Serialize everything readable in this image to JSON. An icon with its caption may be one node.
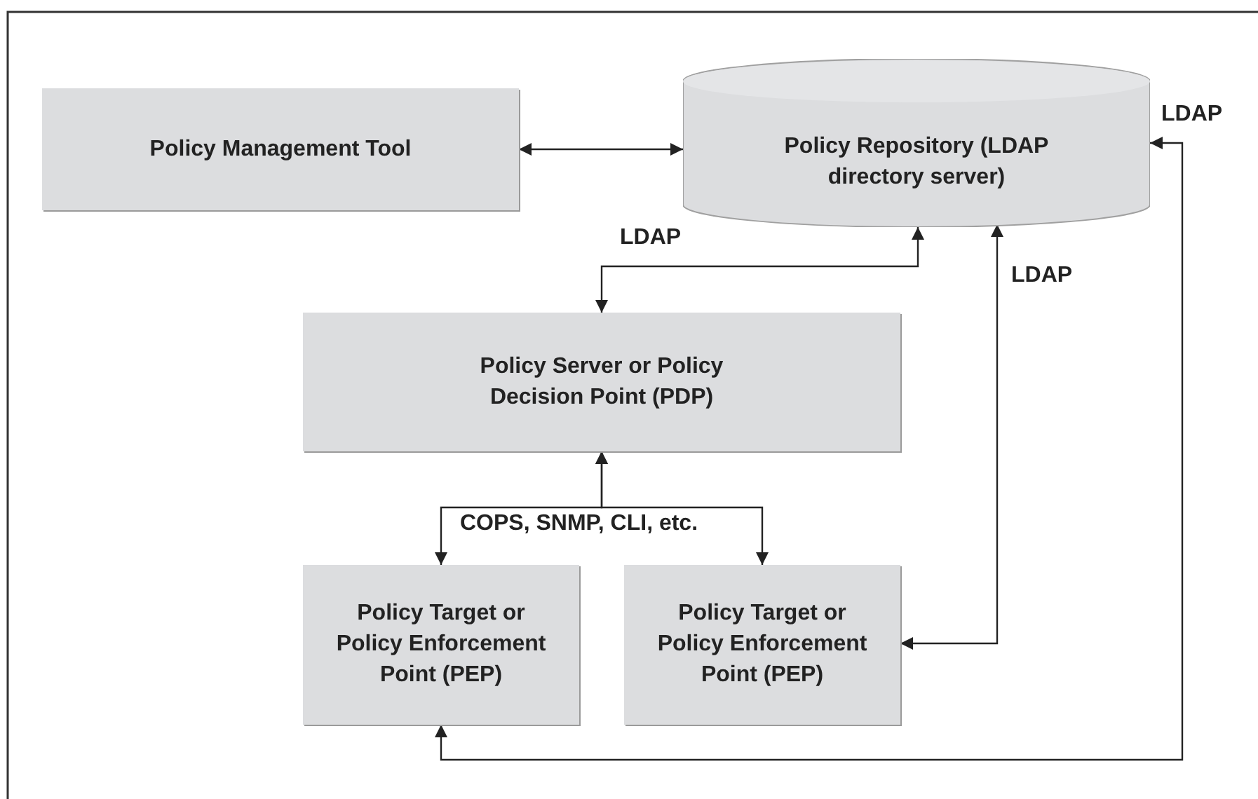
{
  "diagram": {
    "nodes": [
      {
        "text": [
          "Policy Management Tool"
        ]
      },
      {
        "text": [
          "Policy Repository (LDAP directory server)"
        ]
      },
      {
        "text": [
          "Policy Server or Policy Decision Point (PDP)"
        ]
      },
      {
        "text": [
          "Policy Target or Policy Enforcement Point (PEP)"
        ]
      },
      {
        "text": [
          "Policy Target or Policy Enforcement Point (PEP)"
        ]
      }
    ],
    "edges": [
      {
        "from": 0,
        "to": 1,
        "arrow": "both"
      },
      {
        "from": 1,
        "to": 2,
        "arrow": "both",
        "label": "LDAP"
      },
      {
        "from": 1,
        "to": 4,
        "arrow": "both",
        "label": "LDAP"
      },
      {
        "from": 1,
        "to": 3,
        "arrow": "both",
        "label": "LDAP"
      },
      {
        "from": 2,
        "to": 3,
        "arrow": "both",
        "label": "COPS, SNMP, CLI, etc."
      },
      {
        "from": 2,
        "to": 4,
        "arrow": "both"
      }
    ]
  }
}
